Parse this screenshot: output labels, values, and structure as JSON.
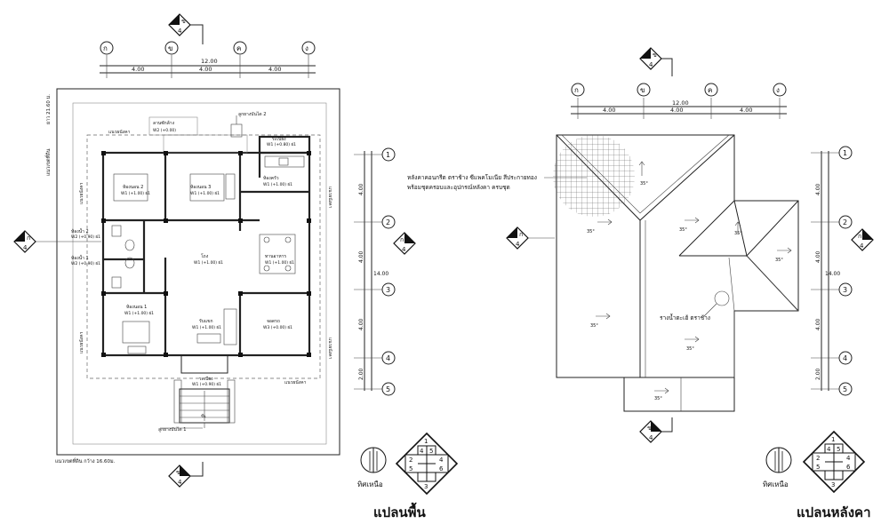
{
  "floor_plan": {
    "title": "แปลนพื้น",
    "axes_top": [
      "ก",
      "ข",
      "ค",
      "ง"
    ],
    "axes_side": [
      "1",
      "2",
      "3",
      "4",
      "5"
    ],
    "dim_total_top": "12.00",
    "dim_bays_top": [
      "4.00",
      "4.00",
      "4.00"
    ],
    "dim_total_side": "14.00",
    "dim_bays_side": [
      "4.00",
      "4.00",
      "4.00",
      "2.00"
    ],
    "section_marks": {
      "top": {
        "letter": "ข",
        "sheet": "4"
      },
      "left": {
        "letter": "ก",
        "sheet": "4"
      },
      "right": {
        "letter": "ก'",
        "sheet": "4"
      },
      "bottom": {
        "letter": "ข'",
        "sheet": "4"
      }
    },
    "boundary_note_left": "ยาว 21.60 ม.",
    "boundary_label_left": "แนวเขตที่ดิน",
    "boundary_bottom": "แนวเขตที่ดิน   กว้าง 16.60ม.",
    "setback_top": "แนวผนังคา",
    "setback_bottom": "แนวผนังคา",
    "setback_left": "แนวผนังคา",
    "setback_right": "แนวผนังคา",
    "rooms": [
      {
        "name": "ลานซักล้าง",
        "spec": "W2 (+0.00)"
      },
      {
        "name": "ห้องนอน 2",
        "spec": "W1 (+1.00) ฝ1"
      },
      {
        "name": "ห้องนอน 3",
        "spec": "W1 (+1.00) ฝ1"
      },
      {
        "name": "ระเบียง",
        "spec": "W1 (+0.80) ฝ1"
      },
      {
        "name": "ห้องครัว",
        "spec": "W1 (+1.00) ฝ1"
      },
      {
        "name": "ห้องน้ำ 2",
        "spec": "W2 (+0.90) ฝ1"
      },
      {
        "name": "ห้องน้ำ 1",
        "spec": "W2 (+0.90) ฝ1"
      },
      {
        "name": "โถง",
        "spec": "W1 (+1.00) ฝ1"
      },
      {
        "name": "ทานอาหาร",
        "spec": "W1 (+1.00) ฝ1"
      },
      {
        "name": "ห้องนอน 1",
        "spec": "W1 (+1.00) ฝ1"
      },
      {
        "name": "รับแขก",
        "spec": "W1 (+1.00) ฝ1"
      },
      {
        "name": "จอดรถ",
        "spec": "W3 (+0.00) ฝ1"
      },
      {
        "name": "ระเบียง",
        "spec": "W1 (+0.90) ฝ1"
      }
    ],
    "stair_top": "ลูกยางบันได 2",
    "stair_bottom": "ลูกยางบันได 1",
    "stair_count": "ขึ้น",
    "north_label": "ทิศเหนือ",
    "key_numbers": [
      "1",
      "2",
      "3",
      "4",
      "5",
      "6",
      "4",
      "5"
    ]
  },
  "roof_plan": {
    "title": "แปลนหลังคา",
    "axes_top": [
      "ก",
      "ข",
      "ค",
      "ง"
    ],
    "axes_side": [
      "1",
      "2",
      "3",
      "4",
      "5"
    ],
    "dim_total_top": "12.00",
    "dim_bays_top": [
      "4.00",
      "4.00",
      "4.00"
    ],
    "dim_total_side": "14.00",
    "dim_bays_side": [
      "4.00",
      "4.00",
      "4.00",
      "2.00"
    ],
    "section_marks": {
      "top": {
        "letter": "ข",
        "sheet": "4"
      },
      "left": {
        "letter": "ก",
        "sheet": "4"
      },
      "right": {
        "letter": "ก'",
        "sheet": "4"
      },
      "bottom": {
        "letter": "ข'",
        "sheet": "4"
      }
    },
    "roof_note_line1": "หลังคาคอนกรีต ตราช้าง ซีแพคโมเนีย สีประกายทอง",
    "roof_note_line2": "พร้อมชุดครอบและอุปกรณ์หลังคา ครบชุด",
    "gutter_note": "รางน้ำตะเฮ้ ตราช้าง",
    "slope": "35°",
    "north_label": "ทิศเหนือ",
    "key_numbers": [
      "1",
      "2",
      "3",
      "4",
      "5",
      "6",
      "4",
      "5"
    ]
  }
}
